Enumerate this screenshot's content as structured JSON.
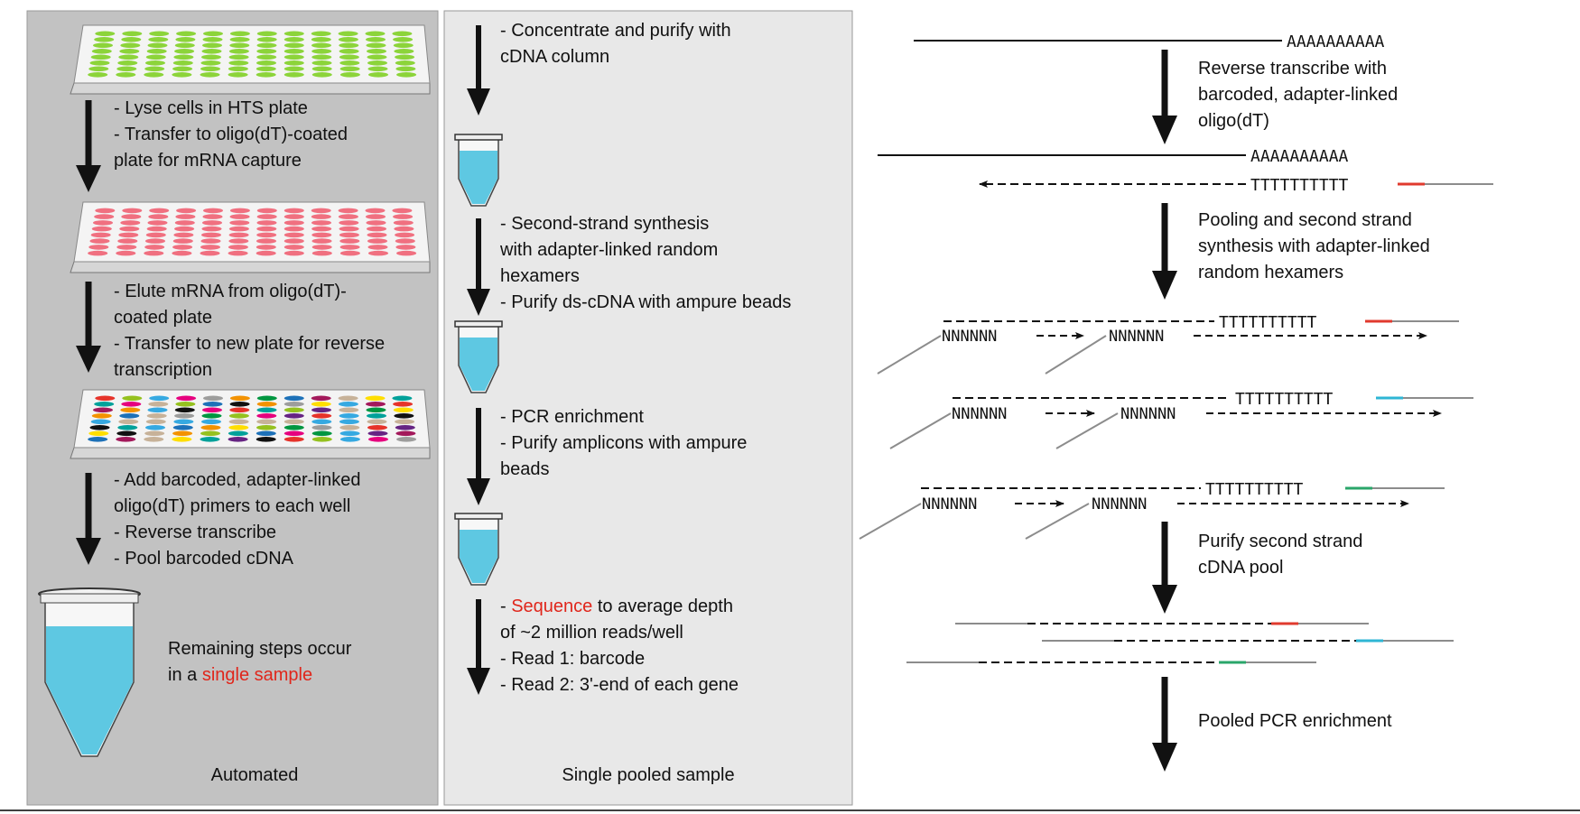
{
  "colors": {
    "panel_left_bg": "#c2c2c2",
    "panel_mid_bg": "#e8e8e8",
    "arrow": "#111111",
    "highlight_red": "#e0261b",
    "plate_top": "#f4f4f4",
    "plate_side": "#d6d6d6",
    "plate1_wells": "#8cd43a",
    "plate2_wells": "#f07080",
    "tube_liquid": "#5ec8e2",
    "barcode_red": "#e03a2e",
    "barcode_cyan": "#2eb6d4",
    "barcode_green": "#2aa66a",
    "adapter_gray": "#8c8c8c",
    "barcode_well_palette": [
      "#e6332a",
      "#f39200",
      "#ffde00",
      "#95c11f",
      "#009640",
      "#00a19a",
      "#36a9e1",
      "#1d71b8",
      "#662483",
      "#e6007e",
      "#a3195b",
      "#111111",
      "#9d9d9c",
      "#c7b299"
    ]
  },
  "left_panel": {
    "footer": "Automated",
    "step1": [
      "- Lyse cells in HTS plate",
      "- Transfer to oligo(dT)-coated",
      "plate for mRNA capture"
    ],
    "step2": [
      "- Elute mRNA from oligo(dT)-",
      "coated plate",
      "- Transfer to new plate for reverse",
      "transcription"
    ],
    "step3": [
      "- Add barcoded, adapter-linked",
      "oligo(dT) primers to each well",
      "- Reverse transcribe",
      "- Pool barcoded cDNA"
    ],
    "remaining_line1": "Remaining steps occur",
    "remaining_prefix": "in a ",
    "remaining_highlight": "single sample"
  },
  "middle_panel": {
    "footer": "Single pooled sample",
    "step1": [
      "- Concentrate and purify with",
      "cDNA column"
    ],
    "step2": [
      "- Second-strand synthesis",
      "with adapter-linked random",
      "hexamers",
      "- Purify ds-cDNA with ampure beads"
    ],
    "step3": [
      "- PCR enrichment",
      "- Purify amplicons with ampure",
      "beads"
    ],
    "step4_first_prefix": "- ",
    "step4_first_highlight": "Sequence",
    "step4_first_suffix": " to average depth",
    "step4_rest": [
      "of ~2 million reads/well",
      "- Read 1: barcode",
      "- Read 2: 3'-end of each gene"
    ]
  },
  "right_panel": {
    "polyA": "AAAAAAAAAA",
    "polyT": "TTTTTTTTTT",
    "random_hexamer": "NNNNNN",
    "step1": [
      "Reverse transcribe with",
      "barcoded, adapter-linked",
      "oligo(dT)"
    ],
    "step2": [
      "Pooling and second strand",
      "synthesis with adapter-linked",
      "random hexamers"
    ],
    "step3": [
      "Purify second strand",
      "cDNA pool"
    ],
    "step4": [
      "Pooled PCR enrichment"
    ]
  }
}
